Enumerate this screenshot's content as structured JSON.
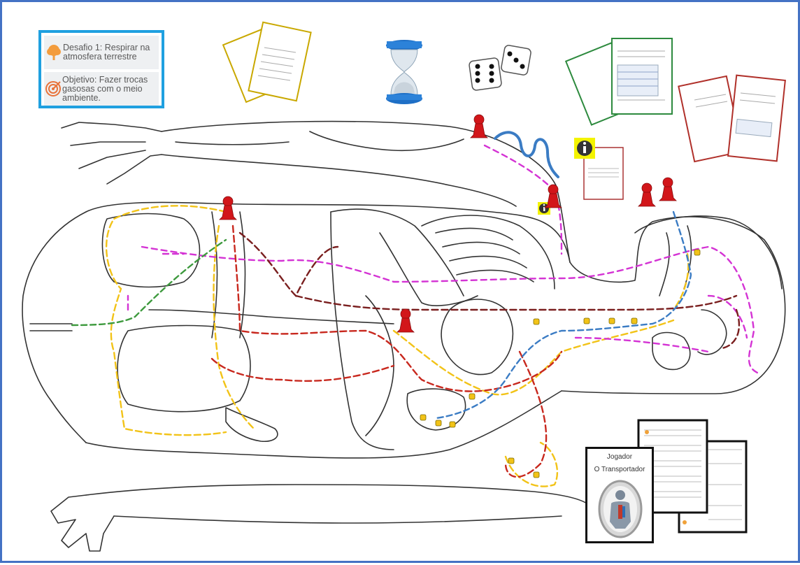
{
  "challenge": {
    "challenge_text": "Desafio 1: Respirar na atmosfera terrestre",
    "objective_text": "Objetivo: Fazer trocas gasosas com o meio ambiente."
  },
  "player_card": {
    "heading": "Jogador",
    "role": "O Transportador"
  },
  "colors": {
    "frame": "#4472c4",
    "panel_border": "#1fa0e0",
    "pawn": "#d2161a",
    "path_magenta": "#d433d4",
    "path_yellow": "#f2c318",
    "path_red": "#c8281e",
    "path_darkred": "#7a1f1f",
    "path_blue": "#3b7cc4",
    "path_green": "#3e9a3e"
  },
  "icons": [
    "tree-icon",
    "target-icon",
    "hourglass-icon",
    "dice-icon",
    "pawn-icon",
    "info-icon"
  ]
}
